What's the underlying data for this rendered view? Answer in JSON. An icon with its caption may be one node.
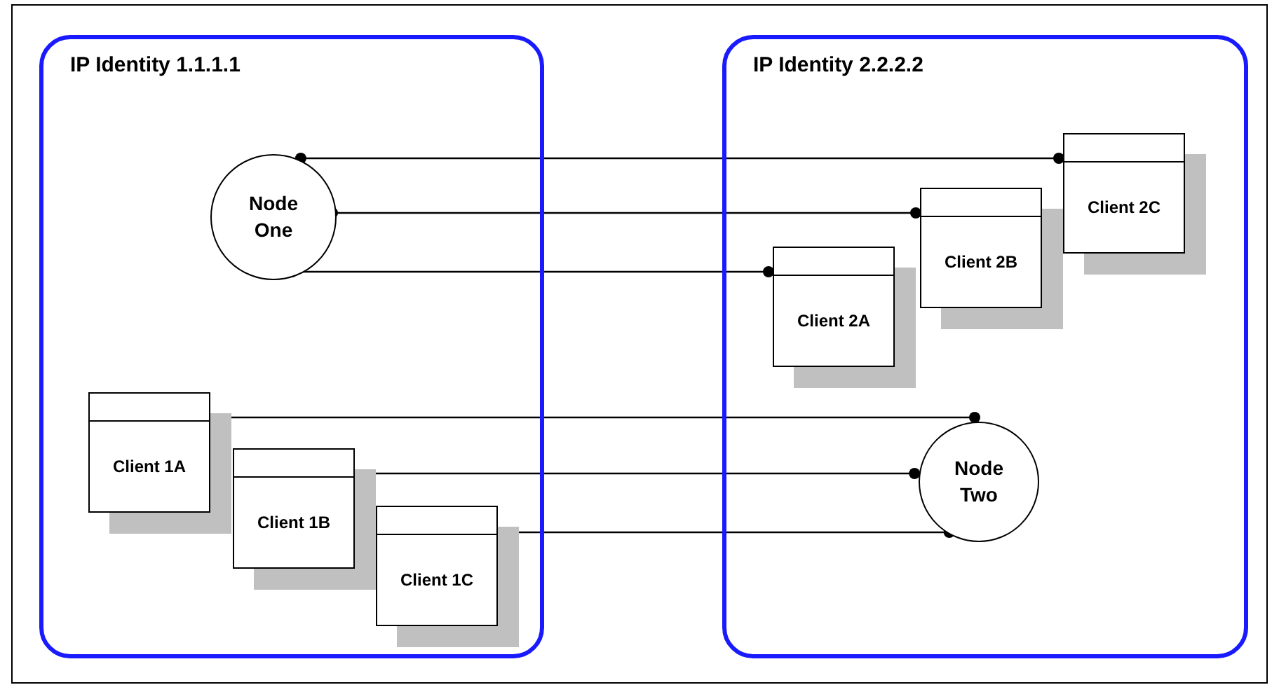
{
  "diagram": {
    "nodes": [
      {
        "text": [
          "IP Identity 1.1.1.1"
        ]
      },
      {
        "text": [
          "Node One"
        ],
        "in": 0
      },
      {
        "text": [
          "Client 1A"
        ],
        "in": 0
      },
      {
        "text": [
          "Client 1B"
        ],
        "in": 0
      },
      {
        "text": [
          "Client 1C"
        ],
        "in": 0
      },
      {
        "text": [
          "IP Identity 2.2.2.2"
        ]
      },
      {
        "text": [
          "Client 2A"
        ],
        "in": 5
      },
      {
        "text": [
          "Client 2B"
        ],
        "in": 5
      },
      {
        "text": [
          "Client 2C"
        ],
        "in": 5
      },
      {
        "text": [
          "Node Two"
        ],
        "in": 5
      }
    ],
    "edges": [
      {
        "from": 1,
        "to": 8,
        "arrow": "other"
      },
      {
        "from": 1,
        "to": 7,
        "arrow": "other"
      },
      {
        "from": 1,
        "to": 6,
        "arrow": "other"
      },
      {
        "from": 2,
        "to": 9,
        "arrow": "other"
      },
      {
        "from": 3,
        "to": 9,
        "arrow": "other"
      },
      {
        "from": 4,
        "to": 9,
        "arrow": "other"
      }
    ]
  }
}
